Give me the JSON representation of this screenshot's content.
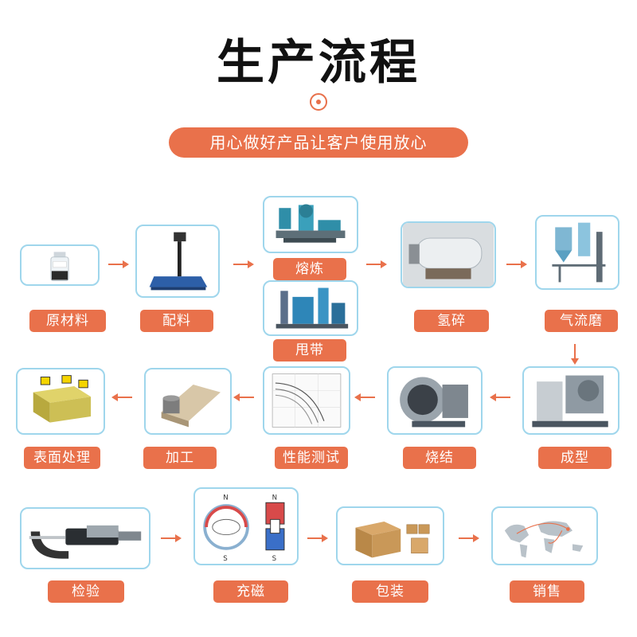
{
  "header": {
    "title": "生产流程",
    "subtitle": "用心做好产品让客户使用放心"
  },
  "colors": {
    "accent": "#e9714b",
    "box_border": "#9fd6ec",
    "arrow": "#e9714b"
  },
  "steps": {
    "raw_material": {
      "label": "原材料",
      "icon": "bottle-icon"
    },
    "batching": {
      "label": "配料",
      "icon": "scale-icon"
    },
    "smelting": {
      "label": "熔炼",
      "icon": "furnace-icon"
    },
    "strip_casting": {
      "label": "甩带",
      "icon": "strip-caster-icon"
    },
    "hydrogen_crushing": {
      "label": "氢碎",
      "icon": "hydrogen-furnace-icon"
    },
    "jet_milling": {
      "label": "气流磨",
      "icon": "jet-mill-icon"
    },
    "forming": {
      "label": "成型",
      "icon": "press-icon"
    },
    "sintering": {
      "label": "烧结",
      "icon": "sintering-furnace-icon"
    },
    "performance_test": {
      "label": "性能测试",
      "icon": "curve-chart-icon"
    },
    "machining": {
      "label": "加工",
      "icon": "magnet-block-icon"
    },
    "surface_treatment": {
      "label": "表面处理",
      "icon": "coated-magnet-icon"
    },
    "inspection": {
      "label": "检验",
      "icon": "micrometer-icon"
    },
    "magnetizing": {
      "label": "充磁",
      "icon": "magnetic-poles-icon",
      "pole_labels": [
        "N",
        "S",
        "N",
        "S"
      ]
    },
    "packaging": {
      "label": "包装",
      "icon": "cardboard-box-icon"
    },
    "sales": {
      "label": "销售",
      "icon": "world-map-icon"
    }
  }
}
